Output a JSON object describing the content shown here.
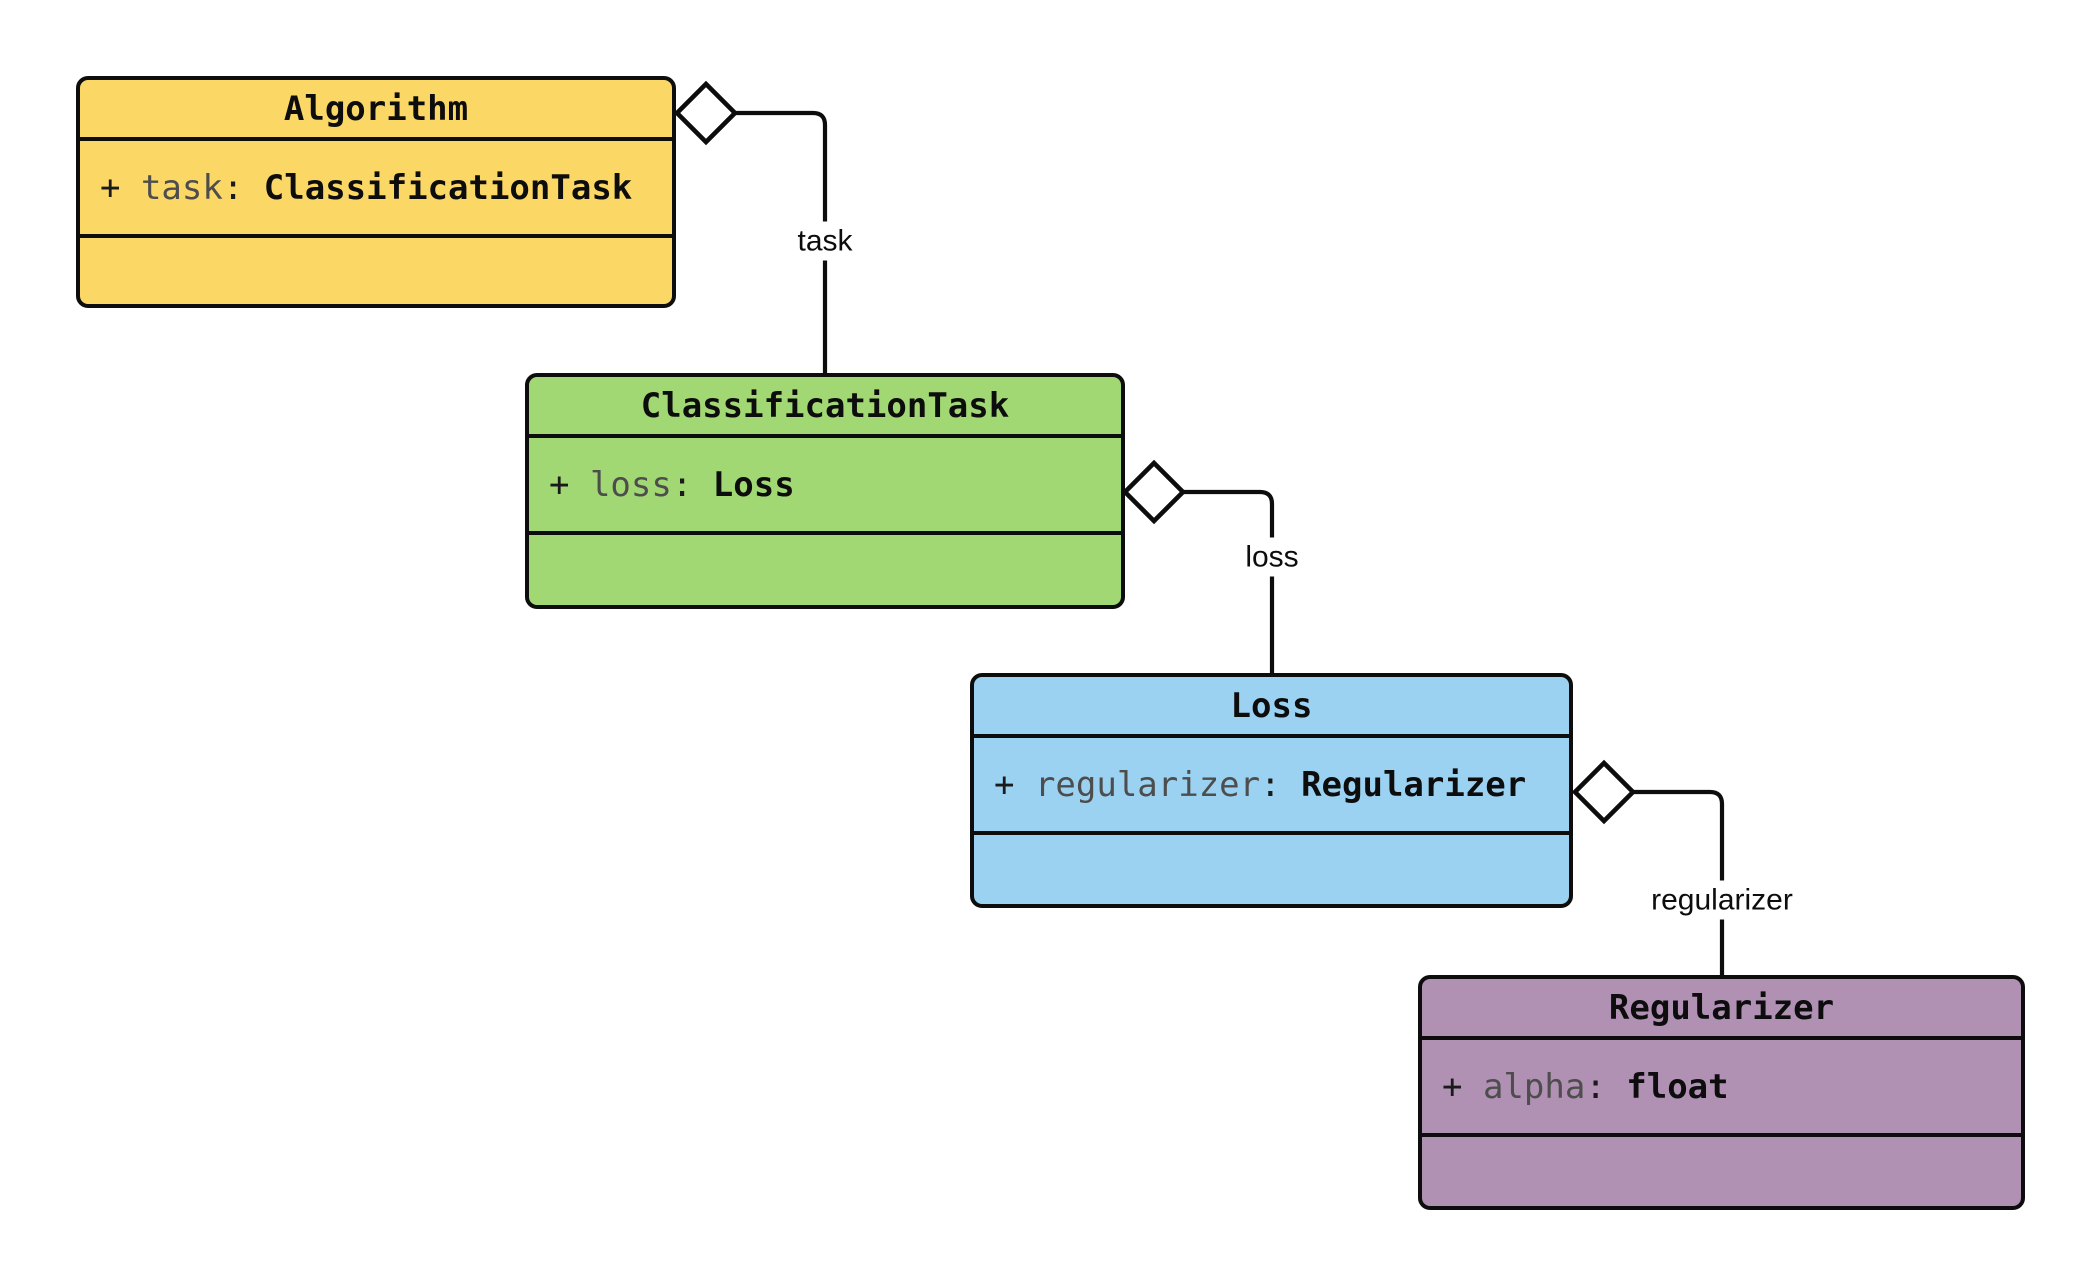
{
  "diagram": {
    "background_color": "#ffffff",
    "stroke_color": "#0d0d0d",
    "text_colors": {
      "title": "#0d0d0d",
      "attribute_visibility": "#1a1a1a",
      "attribute_name": "#4d4d4d",
      "attribute_type": "#0d0d0d",
      "edge_label": "#0d0d0d"
    },
    "classes": [
      {
        "name": "Algorithm",
        "fill": "#fbd765",
        "attributes": [
          {
            "visibility": "+",
            "name": "task",
            "separator": ":",
            "type": "ClassificationTask"
          }
        ]
      },
      {
        "name": "ClassificationTask",
        "fill": "#a2d873",
        "attributes": [
          {
            "visibility": "+",
            "name": "loss",
            "separator": ":",
            "type": "Loss"
          }
        ]
      },
      {
        "name": "Loss",
        "fill": "#9cd2f1",
        "attributes": [
          {
            "visibility": "+",
            "name": "regularizer",
            "separator": ":",
            "type": "Regularizer"
          }
        ]
      },
      {
        "name": "Regularizer",
        "fill": "#b091b3",
        "attributes": [
          {
            "visibility": "+",
            "name": "alpha",
            "separator": ":",
            "type": "float"
          }
        ]
      }
    ],
    "relations": [
      {
        "label": "task",
        "from": "Algorithm",
        "to": "ClassificationTask",
        "kind": "aggregation"
      },
      {
        "label": "loss",
        "from": "ClassificationTask",
        "to": "Loss",
        "kind": "aggregation"
      },
      {
        "label": "regularizer",
        "from": "Loss",
        "to": "Regularizer",
        "kind": "aggregation"
      }
    ]
  }
}
